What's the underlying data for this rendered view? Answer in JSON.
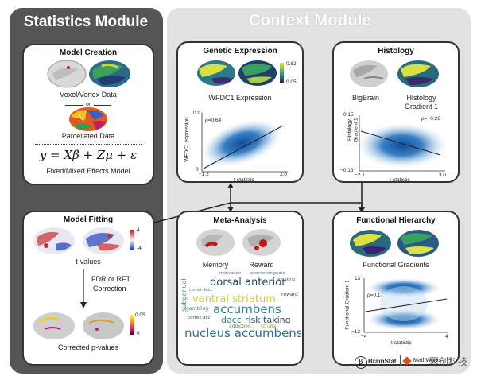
{
  "statistics_module": {
    "title": "Statistics Module",
    "model_creation": {
      "title": "Model Creation",
      "voxel_label": "Voxel/Vertex Data",
      "or_label": "or",
      "parcellated_label": "Parcellated Data",
      "equation": "y = Xβ + Zμ + ε",
      "model_label": "Fixed/Mixed Effects Model"
    },
    "model_fitting": {
      "title": "Model Fitting",
      "colorbar_max": "4",
      "colorbar_min": "-4",
      "tvalues_label": "t-values",
      "correction_line1": "FDR or RFT",
      "correction_line2": "Correction",
      "pbar_max": "0.05",
      "pbar_min": "0",
      "corrected_label": "Corrected p-values"
    }
  },
  "context_module": {
    "title": "Context Module",
    "genetic_expression": {
      "title": "Genetic Expression",
      "colorbar_max": "0.82",
      "colorbar_min": "0.05",
      "expression_label": "WFDC1 Expression",
      "rho": "ρ=0.64",
      "ylabel": "WFDC1 expression",
      "xlabel": "t-statistic",
      "x_tick_min": "−1.2",
      "x_tick_max": "2.0",
      "y_tick_max": "0.9",
      "y_tick_min": "0"
    },
    "histology": {
      "title": "Histology",
      "bigbrain_label": "BigBrain",
      "gradient_line1": "Histology",
      "gradient_line2": "Gradient 1",
      "rho": "ρ=−0.28",
      "ylabel_line1": "Histology",
      "ylabel_line2": "Gradient 1",
      "xlabel": "t-statistic",
      "x_tick_min": "−2.1",
      "x_tick_max": "3.0",
      "y_tick_max": "0.15",
      "y_tick_min": "−0.13"
    },
    "meta_analysis": {
      "title": "Meta-Analysis",
      "memory_label": "Memory",
      "reward_label": "Reward",
      "words": [
        {
          "text": "dorsal anterior",
          "color": "#2a4a6a"
        },
        {
          "text": "ventral striatum",
          "color": "#c9d23a"
        },
        {
          "text": "accumbens",
          "color": "#2f7fa0"
        },
        {
          "text": "dacc",
          "color": "#3a8a80"
        },
        {
          "text": "risk taking",
          "color": "#2a4a6a"
        },
        {
          "text": "nucleus accumbens",
          "color": "#2f6f9a"
        },
        {
          "text": "subgenual",
          "color": "#3f8f4f"
        },
        {
          "text": "motivation",
          "color": "#7a5a9a"
        },
        {
          "text": "anterior cingulate",
          "color": "#4a6a8a"
        },
        {
          "text": "cortex dacc",
          "color": "#4a6a8a"
        },
        {
          "text": "gambling",
          "color": "#3a8a80"
        },
        {
          "text": "reward",
          "color": "#4a3a7a"
        },
        {
          "text": "addiction",
          "color": "#5a8a4a"
        },
        {
          "text": "cortex acc",
          "color": "#2a4a6a"
        },
        {
          "text": "striatal",
          "color": "#8aa840"
        },
        {
          "text": "smoking",
          "color": "#7a5a9a"
        }
      ]
    },
    "functional_hierarchy": {
      "title": "Functional Hierarchy",
      "gradients_label": "Functional Gradients",
      "rho": "ρ=0.17",
      "ylabel": "Functional Gradient 1",
      "xlabel": "t-statistic",
      "x_tick_min": "−4",
      "x_tick_max": "4",
      "y_tick_max": "13",
      "y_tick_min": "−12"
    },
    "footer": {
      "brainstat": "BrainStat",
      "mathworks": "MathWorks",
      "watermark": "蓉创科技"
    }
  },
  "colors": {
    "stat_panel": "#555555",
    "ctx_panel": "#e2e2e2",
    "density_blue": "#1f5fa8"
  }
}
